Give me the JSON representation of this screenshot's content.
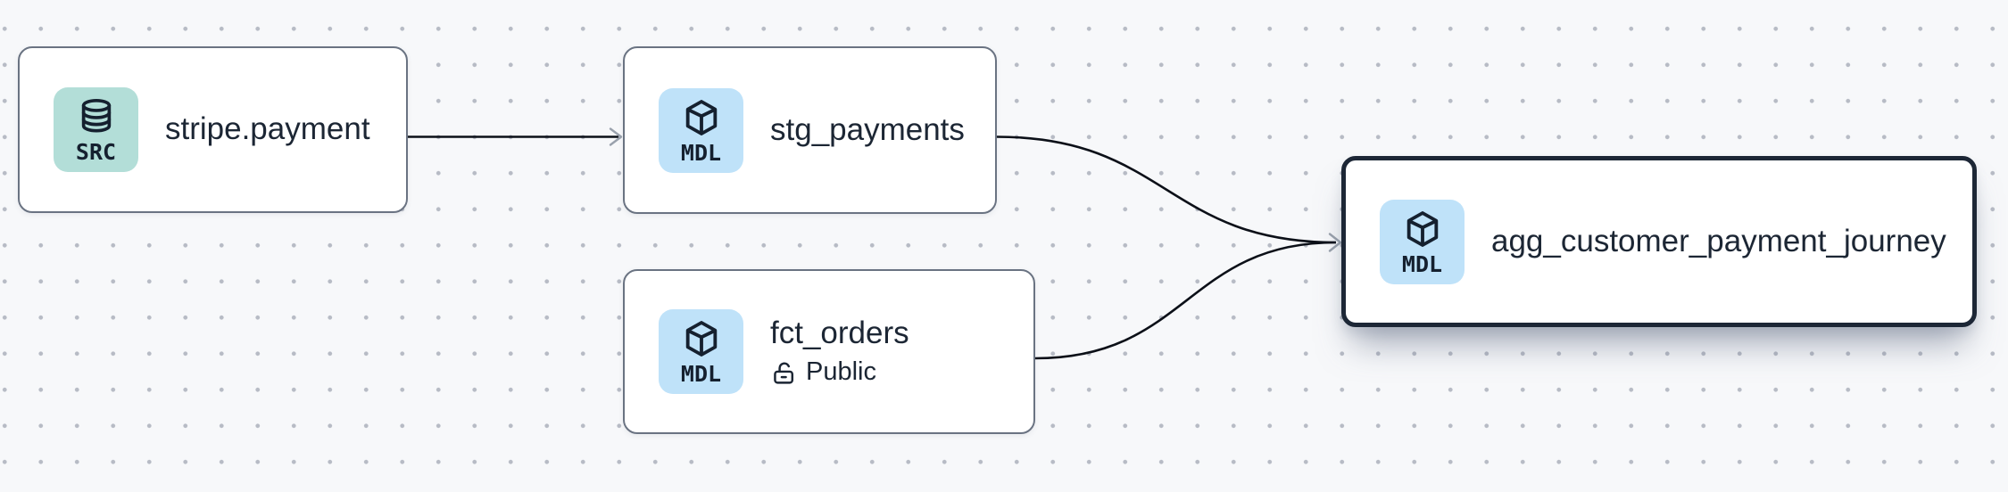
{
  "diagram": {
    "type": "lineage-graph",
    "colors": {
      "canvas_background": "#f7f8fa",
      "grid_dot": "#b7bbc5",
      "edge": "#0c1018",
      "arrowhead": "#99a1ac",
      "node_background": "#ffffff",
      "node_border": "#6a7382",
      "selected_node_border": "#1d2736",
      "src_badge_background": "#b3ded8",
      "mdl_badge_background": "#bfe2f9",
      "text": "#1c2634"
    },
    "nodes": [
      {
        "id": "stripe.payment",
        "title": "stripe.payment",
        "badge": {
          "label": "SRC",
          "icon": "database-icon"
        },
        "selected": false
      },
      {
        "id": "stg_payments",
        "title": "stg_payments",
        "badge": {
          "label": "MDL",
          "icon": "cube-icon"
        },
        "selected": false
      },
      {
        "id": "fct_orders",
        "title": "fct_orders",
        "subtitle": "Public",
        "subtitle_icon": "lock-open-icon",
        "badge": {
          "label": "MDL",
          "icon": "cube-icon"
        },
        "selected": false
      },
      {
        "id": "agg_customer_payment_journey",
        "title": "agg_customer_payment_journey",
        "badge": {
          "label": "MDL",
          "icon": "cube-icon"
        },
        "selected": true
      }
    ],
    "edges": [
      {
        "from": "stripe.payment",
        "to": "stg_payments"
      },
      {
        "from": "stg_payments",
        "to": "agg_customer_payment_journey"
      },
      {
        "from": "fct_orders",
        "to": "agg_customer_payment_journey"
      }
    ]
  }
}
